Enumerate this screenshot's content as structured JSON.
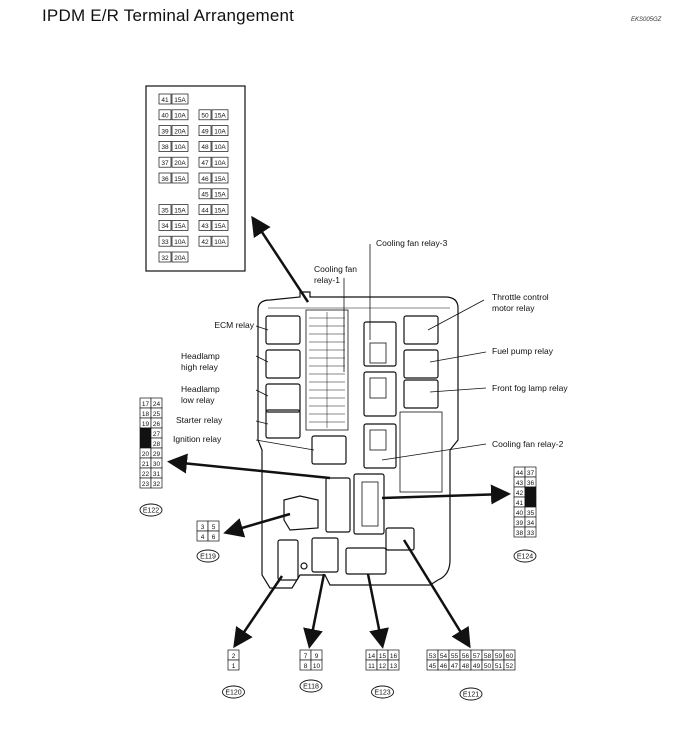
{
  "title": "IPDM E/R Terminal Arrangement",
  "figure_code": "EKS005GZ",
  "fuse_box": {
    "left": [
      [
        "41",
        "15A"
      ],
      [
        "40",
        "10A"
      ],
      [
        "39",
        "20A"
      ],
      [
        "38",
        "10A"
      ],
      [
        "37",
        "20A"
      ],
      [
        "36",
        "15A"
      ],
      null,
      [
        "35",
        "15A"
      ],
      [
        "34",
        "15A"
      ],
      [
        "33",
        "10A"
      ],
      [
        "32",
        "20A"
      ]
    ],
    "right": [
      null,
      [
        "50",
        "15A"
      ],
      [
        "49",
        "10A"
      ],
      [
        "48",
        "10A"
      ],
      [
        "47",
        "10A"
      ],
      [
        "46",
        "15A"
      ],
      [
        "45",
        "15A"
      ],
      [
        "44",
        "15A"
      ],
      [
        "43",
        "15A"
      ],
      [
        "42",
        "10A"
      ],
      null
    ]
  },
  "labels": {
    "cooling_fan_relay_3": "Cooling fan relay-3",
    "cooling_fan_relay_1_a": "Cooling fan",
    "cooling_fan_relay_1_b": "relay-1",
    "throttle_a": "Throttle control",
    "throttle_b": "motor relay",
    "ecm_relay": "ECM relay",
    "headlamp_high_a": "Headlamp",
    "headlamp_high_b": "high relay",
    "headlamp_low_a": "Headlamp",
    "headlamp_low_b": "low relay",
    "starter_relay": "Starter relay",
    "ignition_relay": "Ignition relay",
    "fuel_pump_relay": "Fuel pump relay",
    "front_fog_relay": "Front fog lamp relay",
    "cooling_fan_relay_2": "Cooling fan relay-2"
  },
  "connectors": {
    "E122": {
      "id": "E122",
      "rows": [
        [
          "17",
          "24"
        ],
        [
          "18",
          "25"
        ],
        [
          "19",
          "26"
        ],
        [
          "",
          "27"
        ],
        [
          "",
          "28"
        ],
        [
          "20",
          "29"
        ],
        [
          "21",
          "30"
        ],
        [
          "22",
          "31"
        ],
        [
          "23",
          "32"
        ]
      ]
    },
    "E124": {
      "id": "E124",
      "rows": [
        [
          "44",
          "37"
        ],
        [
          "43",
          "36"
        ],
        [
          "42",
          ""
        ],
        [
          "41",
          ""
        ],
        [
          "40",
          "35"
        ],
        [
          "39",
          "34"
        ],
        [
          "38",
          "33"
        ]
      ]
    },
    "E119": {
      "id": "E119",
      "rows": [
        [
          "3",
          "5"
        ],
        [
          "4",
          "6"
        ]
      ]
    },
    "E120": {
      "id": "E120",
      "rows": [
        [
          "2"
        ],
        [
          "1"
        ]
      ]
    },
    "E118": {
      "id": "E118",
      "rows": [
        [
          "7",
          "9"
        ],
        [
          "8",
          "10"
        ]
      ]
    },
    "E123": {
      "id": "E123",
      "rows": [
        [
          "14",
          "15",
          "16"
        ],
        [
          "11",
          "12",
          "13"
        ]
      ]
    },
    "E121": {
      "id": "E121",
      "rows": [
        [
          "53",
          "54",
          "55",
          "56",
          "57",
          "58",
          "59",
          "60"
        ],
        [
          "45",
          "46",
          "47",
          "48",
          "49",
          "50",
          "51",
          "52"
        ]
      ]
    }
  }
}
